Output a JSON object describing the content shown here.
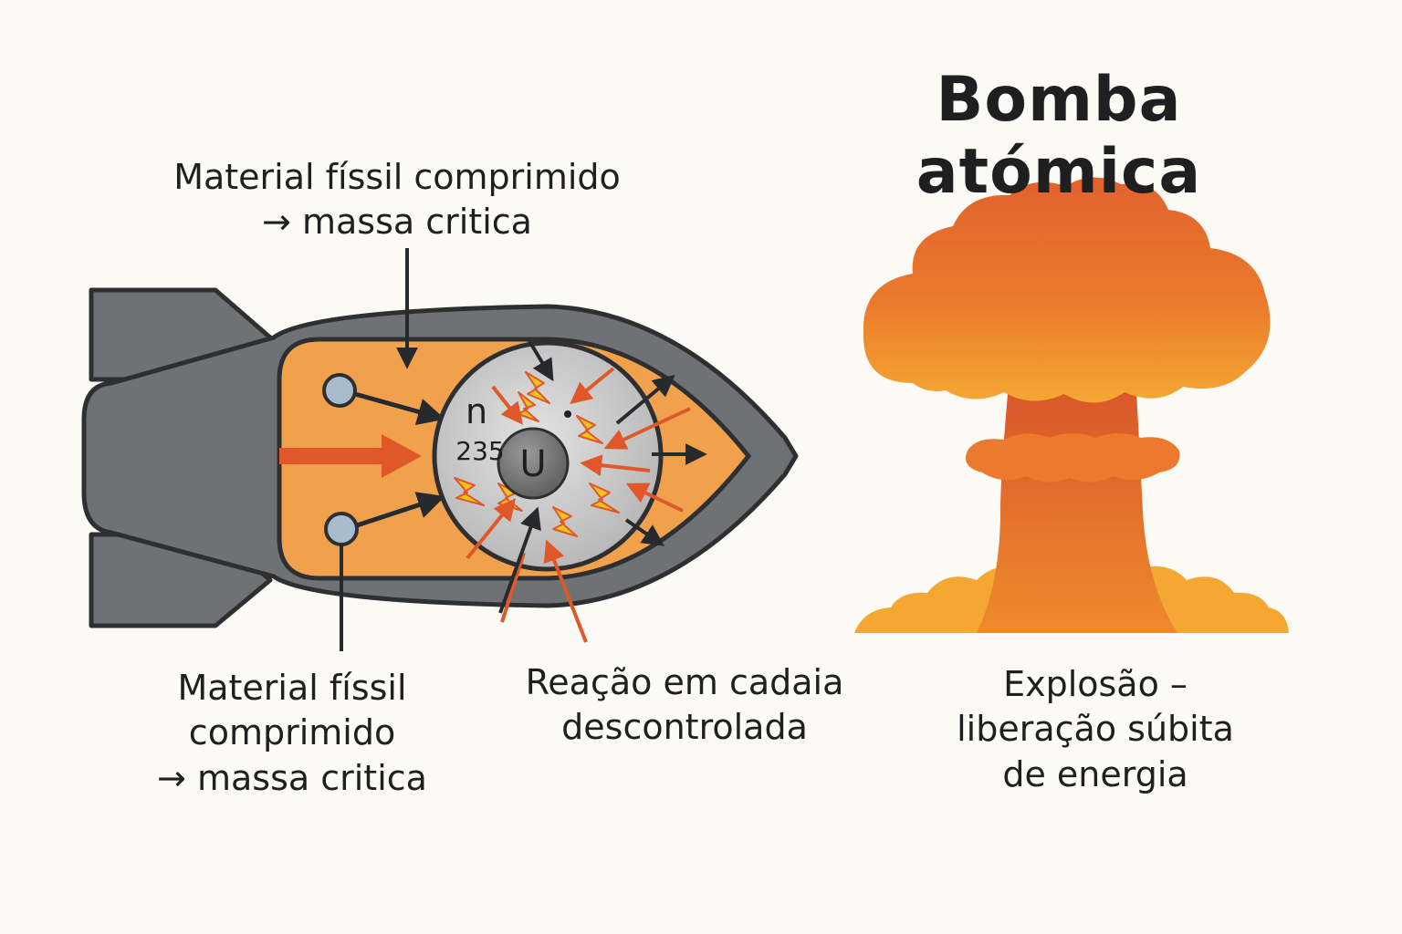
{
  "title": "Bomba atómica",
  "labels": {
    "top_line1": "Material físsil comprimido",
    "top_line2": "→  massa critica",
    "bottom_line1": "Material físsil",
    "bottom_line2": "comprimido",
    "bottom_line3": "→ massa critica",
    "reaction_line1": "Reação em cadaia",
    "reaction_line2": "descontrolada",
    "explosion_line1": "Explosão –",
    "explosion_line2": "liberação súbita",
    "explosion_line3": "de energia"
  },
  "core": {
    "neutron_symbol": "n",
    "mass_number": "235",
    "element_symbol": "U"
  },
  "colors": {
    "bomb_casing": "#6e7275",
    "bomb_interior": "#f1a14c",
    "core_sphere": "#c8c8c8",
    "neutron_arrow": "#e0582a",
    "inbound_arrow": "#26292e",
    "cloud_top": "#e26b2e",
    "cloud_bottom": "#f4a032",
    "background": "#fbfaf4"
  }
}
